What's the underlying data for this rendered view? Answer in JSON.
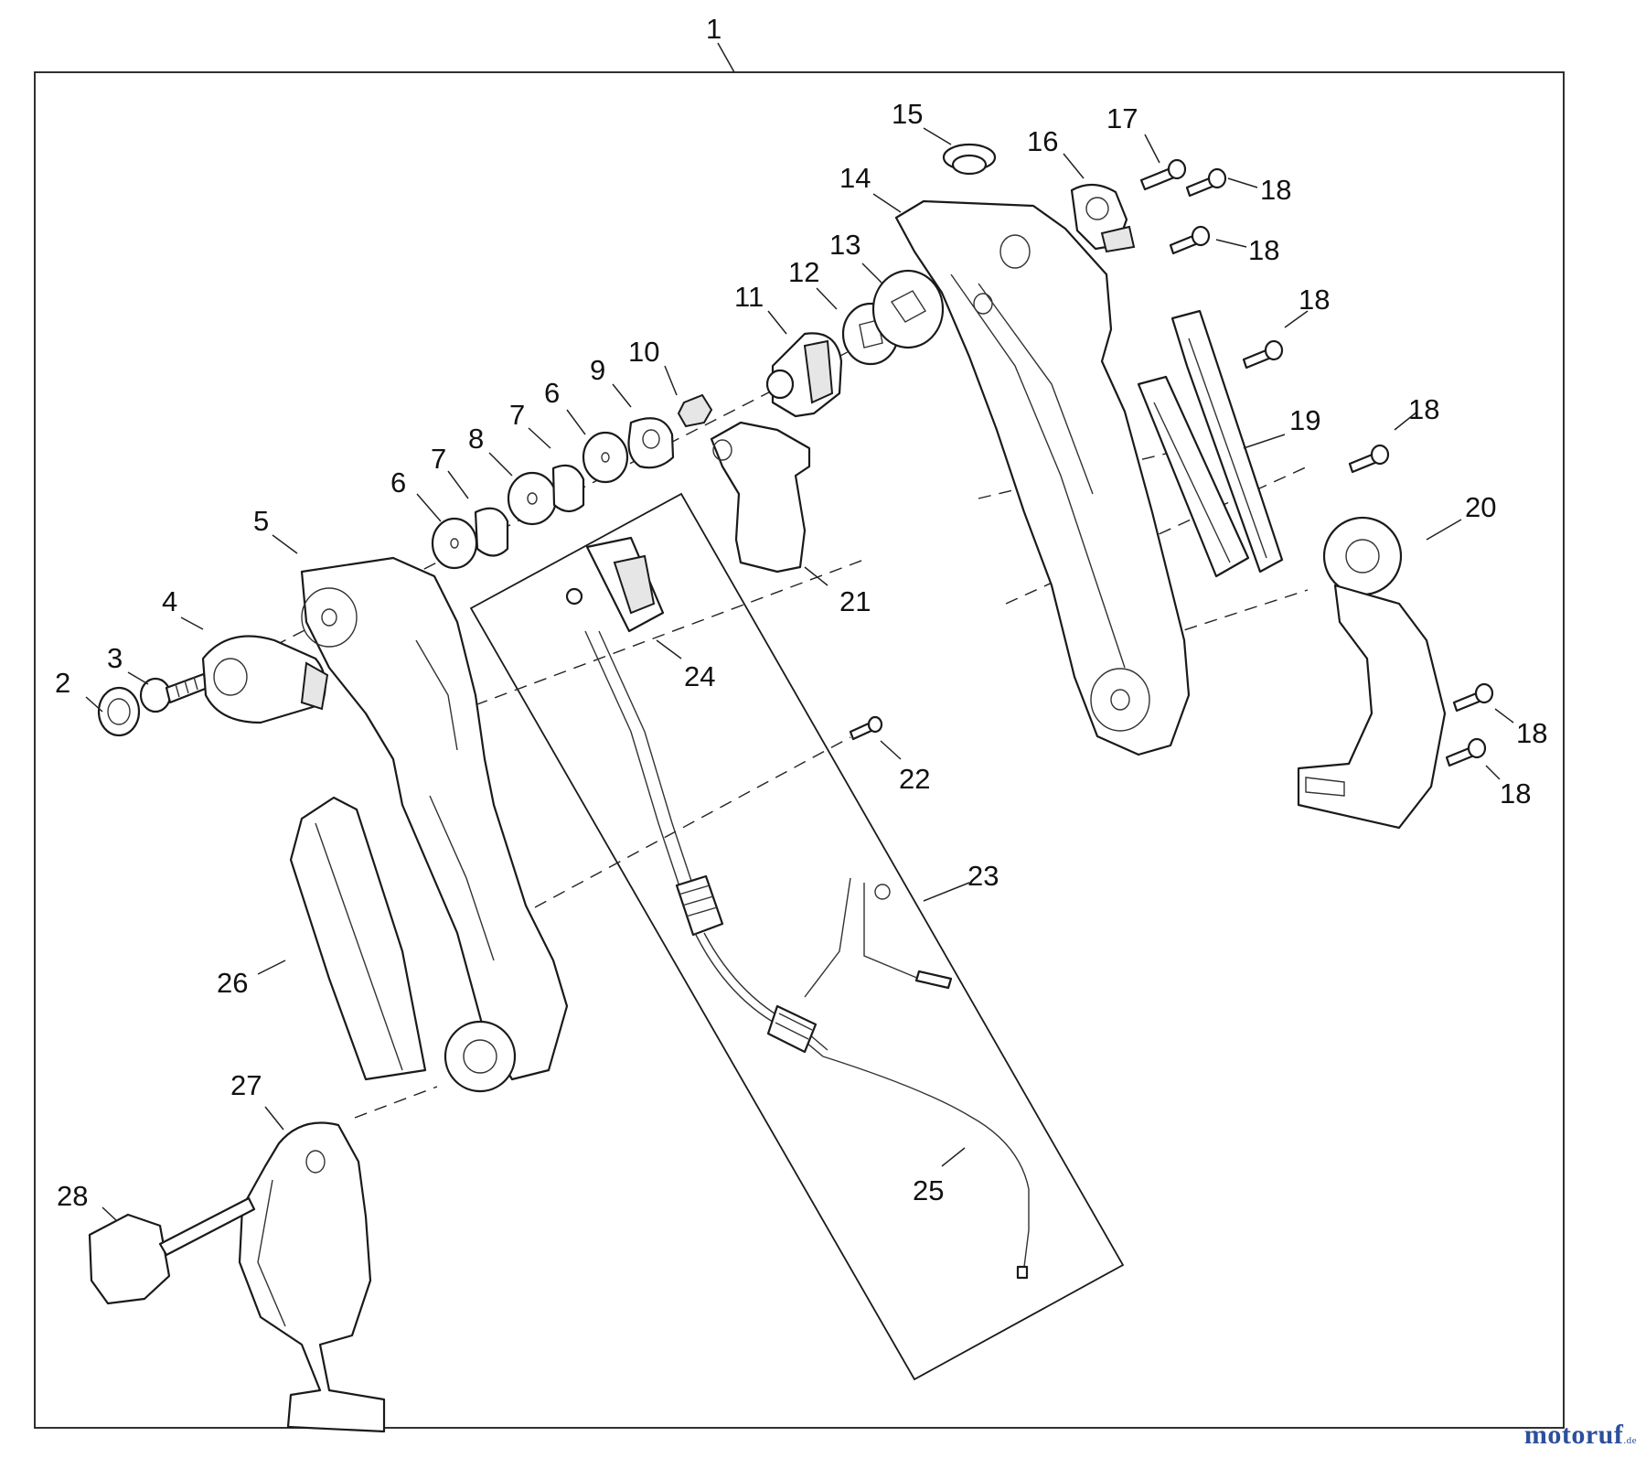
{
  "diagram": {
    "callouts": [
      "1",
      "2",
      "3",
      "4",
      "5",
      "6",
      "6",
      "7",
      "7",
      "8",
      "9",
      "10",
      "11",
      "12",
      "13",
      "14",
      "15",
      "16",
      "17",
      "18",
      "18",
      "18",
      "18",
      "18",
      "18",
      "19",
      "20",
      "21",
      "22",
      "23",
      "24",
      "25",
      "26",
      "27",
      "28"
    ]
  },
  "watermark": {
    "brand": "motoruf",
    "suffix": ".de",
    "brand_color": "#2d4f9c"
  }
}
